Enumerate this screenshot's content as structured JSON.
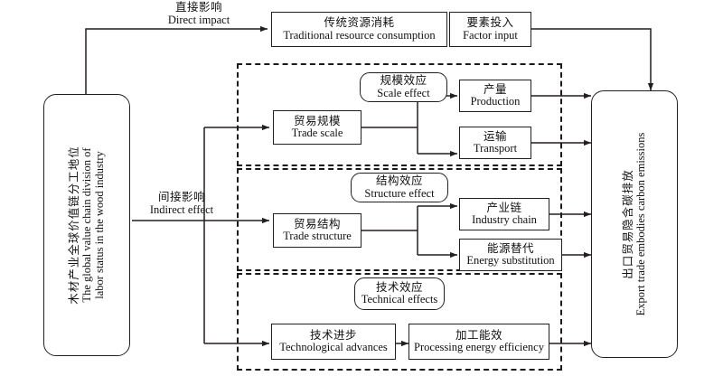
{
  "diagram": {
    "title_cn": "",
    "colors": {
      "line": "#231f20",
      "dashed": "#1a1a1a",
      "text": "#111111",
      "background": "#ffffff"
    },
    "source_node": {
      "cn": "木材产业全球价值链分工地位",
      "en_line1": "The global value chain division of",
      "en_line2": "labor status in the wood industry"
    },
    "sink_node": {
      "cn": "出口贸易隐含碳排放",
      "en": "Export trade embodies carbon emissions"
    },
    "edge_labels": [
      {
        "cn": "直接影响",
        "en": "Direct impact"
      },
      {
        "cn": "间接影响",
        "en": "Indirect effect"
      }
    ],
    "top_nodes": [
      {
        "cn": "传统资源消耗",
        "en": "Traditional resource consumption"
      },
      {
        "cn": "要素投入",
        "en": "Factor input"
      }
    ],
    "channels": [
      {
        "effect": {
          "cn": "规模效应",
          "en": "Scale effect"
        },
        "driver": {
          "cn": "贸易规模",
          "en": "Trade scale"
        },
        "outcomes": [
          {
            "cn": "产量",
            "en": "Production"
          },
          {
            "cn": "运输",
            "en": "Transport"
          }
        ]
      },
      {
        "effect": {
          "cn": "结构效应",
          "en": "Structure effect"
        },
        "driver": {
          "cn": "贸易结构",
          "en": "Trade structure"
        },
        "outcomes": [
          {
            "cn": "产业链",
            "en": "Industry chain"
          },
          {
            "cn": "能源替代",
            "en": "Energy substitution"
          }
        ]
      },
      {
        "effect": {
          "cn": "技术效应",
          "en": "Technical effects"
        },
        "driver": {
          "cn": "技术进步",
          "en": "Technological advances"
        },
        "outcomes": [
          {
            "cn": "加工能效",
            "en": "Processing energy efficiency"
          }
        ]
      }
    ]
  }
}
